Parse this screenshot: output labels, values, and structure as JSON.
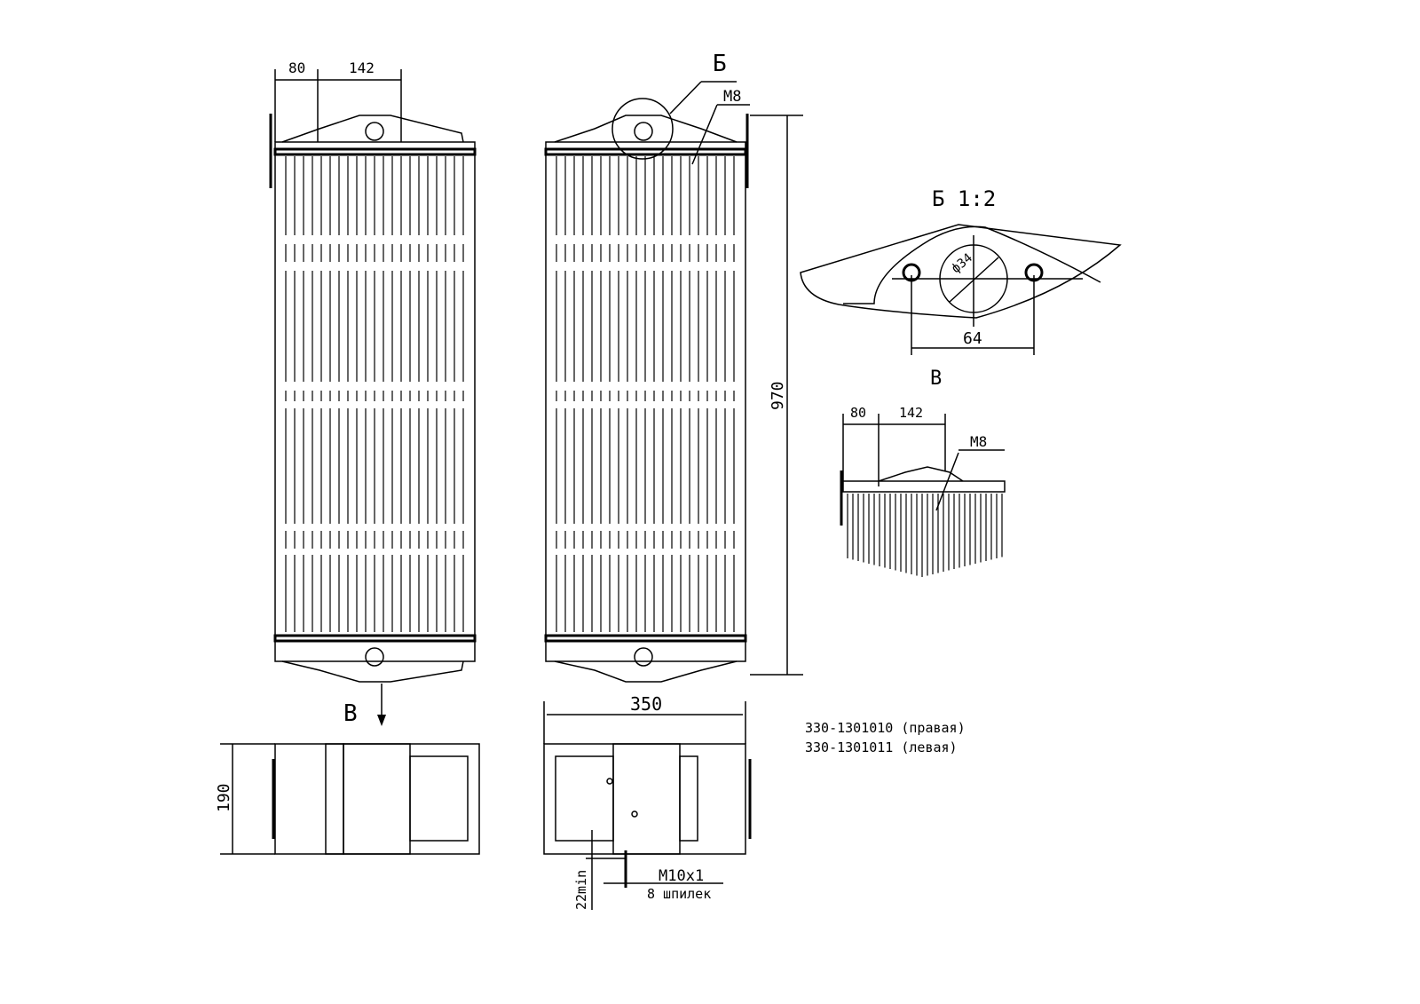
{
  "drawing": {
    "front_view": {
      "dim_80": "80",
      "dim_142": "142",
      "height_dim": "970"
    },
    "rear_view": {
      "callout_b": "Б",
      "thread_m8": "M8"
    },
    "detail_b": {
      "title": "Б 1:2",
      "hole_dia": "ф34",
      "hole_spacing": "64"
    },
    "view_b": {
      "title": "B",
      "dim_80": "80",
      "dim_142": "142",
      "thread_m8": "M8"
    },
    "view_arrow_label": "B",
    "bottom_left": {
      "depth_dim": "190"
    },
    "bottom_right": {
      "width_dim": "350",
      "min_dim": "22min",
      "stud_thread": "M10x1",
      "stud_count": "8 шпилек"
    },
    "part_numbers": [
      "330-1301010 (правая)",
      "330-1301011 (левая)"
    ]
  }
}
